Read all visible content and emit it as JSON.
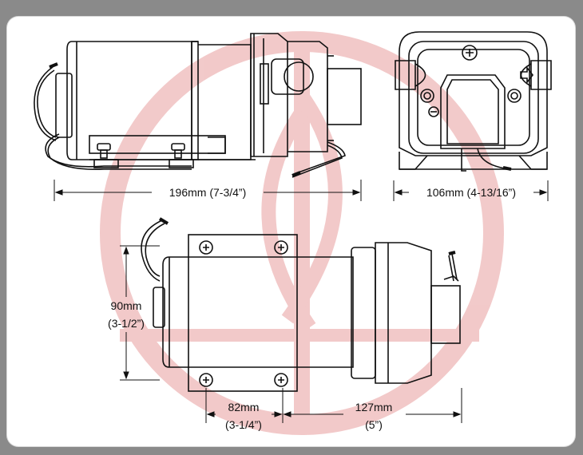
{
  "dimensions": {
    "side_length": "196mm (7-3/4”)",
    "end_width": "106mm (4-13/16”)",
    "height_mm": "90mm",
    "height_in": "(3-1/2”)",
    "mount_spacing_mm": "82mm",
    "mount_spacing_in": "(3-1/4”)",
    "front_offset_mm": "127mm",
    "front_offset_in": "(5”)"
  },
  "colors": {
    "watermark": "#f1c4c4",
    "line": "#111111",
    "panel_background": "#ffffff",
    "page_background": "#8a8a8a"
  },
  "icons": [
    "watermark-logo",
    "arrow-icon",
    "screw-icon"
  ]
}
